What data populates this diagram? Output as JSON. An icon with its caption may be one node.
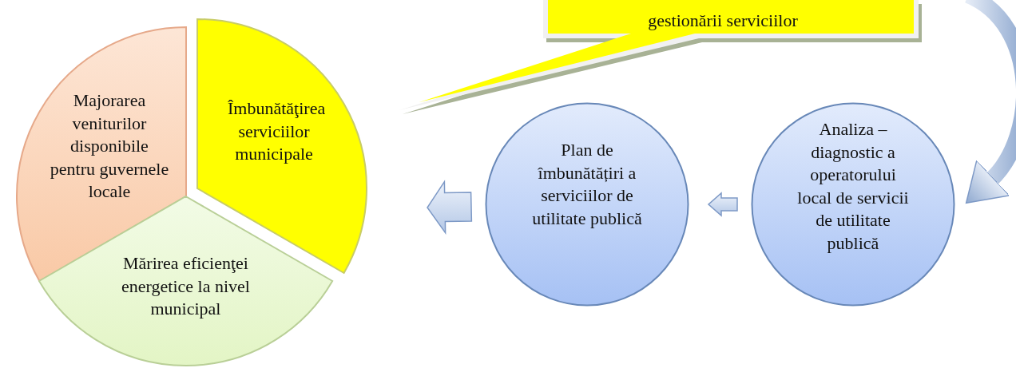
{
  "diagram": {
    "nodes": [
      {
        "text": [
          "gestionării serviciilor"
        ]
      },
      {
        "text": [
          "Majorarea veniturilor disponibile pentru guvernele locale"
        ]
      },
      {
        "text": [
          "Îmbunătăţirea serviciilor municipale"
        ]
      },
      {
        "text": [
          "Mărirea eficienţei energetice la nivel municipal"
        ]
      },
      {
        "text": [
          "Plan de îmbunătățiri a serviciilor de utilitate publică"
        ]
      },
      {
        "text": [
          "Analiza – diagnostic a operatorului local de servicii de utilitate publică"
        ]
      }
    ],
    "edges": [
      {
        "from": null,
        "to": 5,
        "arrow": "to"
      },
      {
        "from": 5,
        "to": 4,
        "arrow": "to"
      },
      {
        "from": 4,
        "to": null,
        "arrow": "to"
      }
    ]
  }
}
